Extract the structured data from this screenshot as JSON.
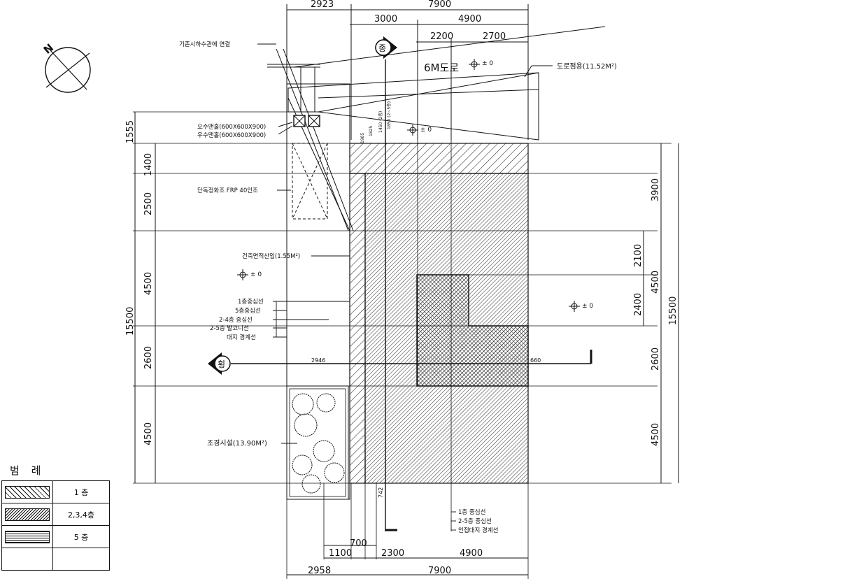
{
  "drawing": {
    "road_label": "6M도로",
    "level_mark": "± 0",
    "section_longitudinal": "종",
    "section_transverse": "횡",
    "north": "N"
  },
  "dimensions": {
    "top_row1": [
      "2923",
      "7900"
    ],
    "top_row2": [
      "3000",
      "4900"
    ],
    "top_row3": [
      "2200",
      "2700"
    ],
    "bottom_row1": [
      "700"
    ],
    "bottom_row2": [
      "1100",
      "2300",
      "4900"
    ],
    "bottom_row3": [
      "2958",
      "7900"
    ],
    "left_outer": [
      "1555",
      "15500"
    ],
    "left_inner": [
      "1400",
      "2500",
      "4500",
      "2600",
      "4500"
    ],
    "right_inner": [
      "3900",
      "2100",
      "2400",
      "4500"
    ],
    "right_outer": [
      "15500"
    ],
    "right_mid": [
      "4500",
      "2600"
    ],
    "section_offsets": [
      "2946",
      "660",
      "742"
    ]
  },
  "annotations": {
    "sewer": "기존시하수관에 연결",
    "road_area": "도로점용(11.52M²)",
    "rain_basin": "오수맨홀(600X600X900)",
    "sewage_basin": "우수맨홀(600X600X900)",
    "septic": "단독정화조 FRP 40인조",
    "building_offset": "건축면적산입(1.55M²)",
    "lines_left": [
      "1층중심선",
      "5층중심선",
      "2-4층 중심선",
      "2-5층 발코니선",
      "대지 경계선"
    ],
    "landscape": "조경시설(13.90M²)",
    "lines_bottom": [
      "1층 중심선",
      "2-5층 중심선",
      "인접대지 경계선"
    ],
    "vertical_small": [
      "1985",
      "1825",
      "1450 (2층)",
      "1850 (2~5층)"
    ]
  },
  "legend": {
    "title": "범 례",
    "items": [
      {
        "label": "1 층",
        "pattern": "hatch-wide"
      },
      {
        "label": "2,3,4층",
        "pattern": "hatch-dense"
      },
      {
        "label": "5 층",
        "pattern": "horizontal"
      },
      {
        "label": "",
        "pattern": "none"
      }
    ]
  }
}
